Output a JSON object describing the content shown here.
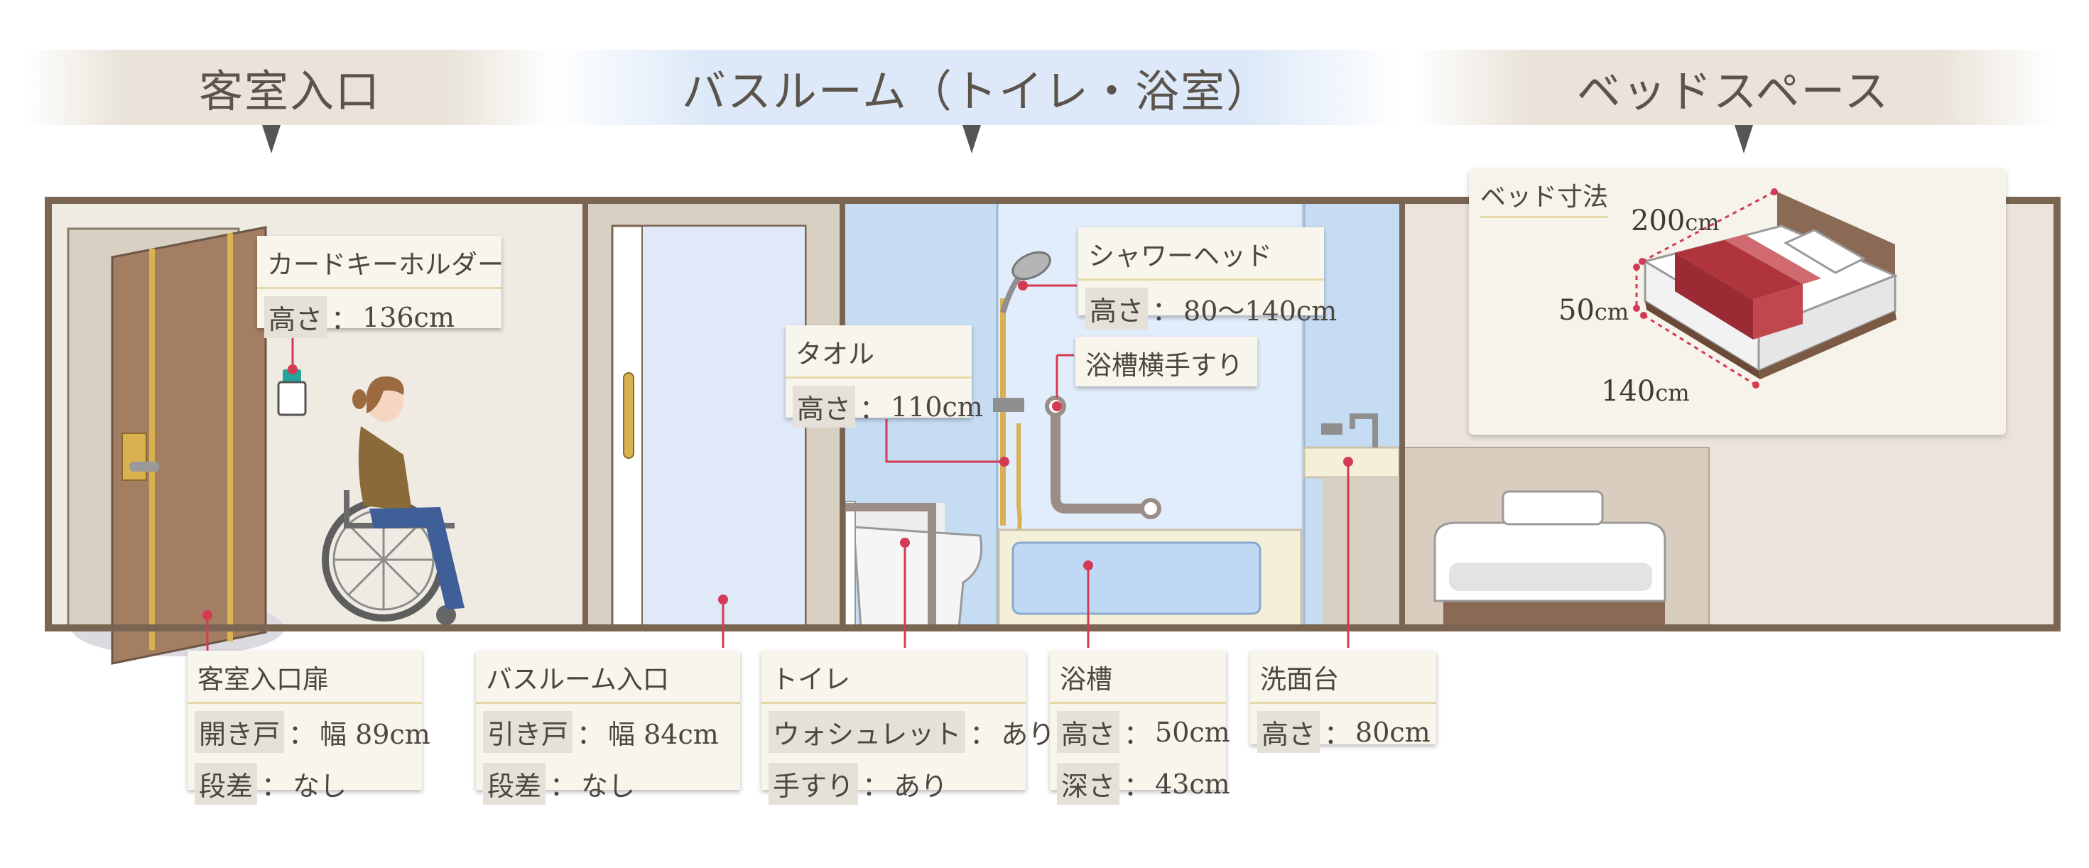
{
  "sections": [
    {
      "id": "entrance",
      "title": "客室入口"
    },
    {
      "id": "bathroom",
      "title": "バスルーム（トイレ・浴室）"
    },
    {
      "id": "bed",
      "title": "ベッドスペース"
    }
  ],
  "callouts": {
    "card_key": {
      "title": "カードキーホルダー",
      "rows": [
        {
          "key": "高さ",
          "value": "136cm"
        }
      ]
    },
    "door": {
      "title": "客室入口扉",
      "rows": [
        {
          "key": "開き戸",
          "value": "幅 89cm"
        },
        {
          "key": "段差",
          "value": "なし"
        }
      ]
    },
    "bath_entrance": {
      "title": "バスルーム入口",
      "rows": [
        {
          "key": "引き戸",
          "value": "幅 84cm"
        },
        {
          "key": "段差",
          "value": "なし"
        }
      ]
    },
    "towel": {
      "title": "タオル",
      "rows": [
        {
          "key": "高さ",
          "value": "110cm"
        }
      ]
    },
    "shower": {
      "title": "シャワーヘッド",
      "rows": [
        {
          "key": "高さ",
          "value": "80〜140cm"
        }
      ]
    },
    "bath_rail": {
      "title": "浴槽横手すり"
    },
    "toilet": {
      "title": "トイレ",
      "rows": [
        {
          "key": "ウォシュレット",
          "value": "あり"
        },
        {
          "key": "手すり",
          "value": "あり"
        }
      ]
    },
    "bathtub": {
      "title": "浴槽",
      "rows": [
        {
          "key": "高さ",
          "value": "50cm"
        },
        {
          "key": "深さ",
          "value": "43cm"
        }
      ]
    },
    "sink": {
      "title": "洗面台",
      "rows": [
        {
          "key": "高さ",
          "value": "80cm"
        }
      ]
    }
  },
  "bed_dims": {
    "title": "ベッド寸法",
    "length_num": "200",
    "height_num": "50",
    "width_num": "140",
    "unit": "cm"
  },
  "colors": {
    "accent_line": "#d43a54",
    "wall": "#7a6552",
    "door": "#a37e62",
    "bath_blue": "#c6dcf3",
    "bed_red": "#b0343c"
  }
}
